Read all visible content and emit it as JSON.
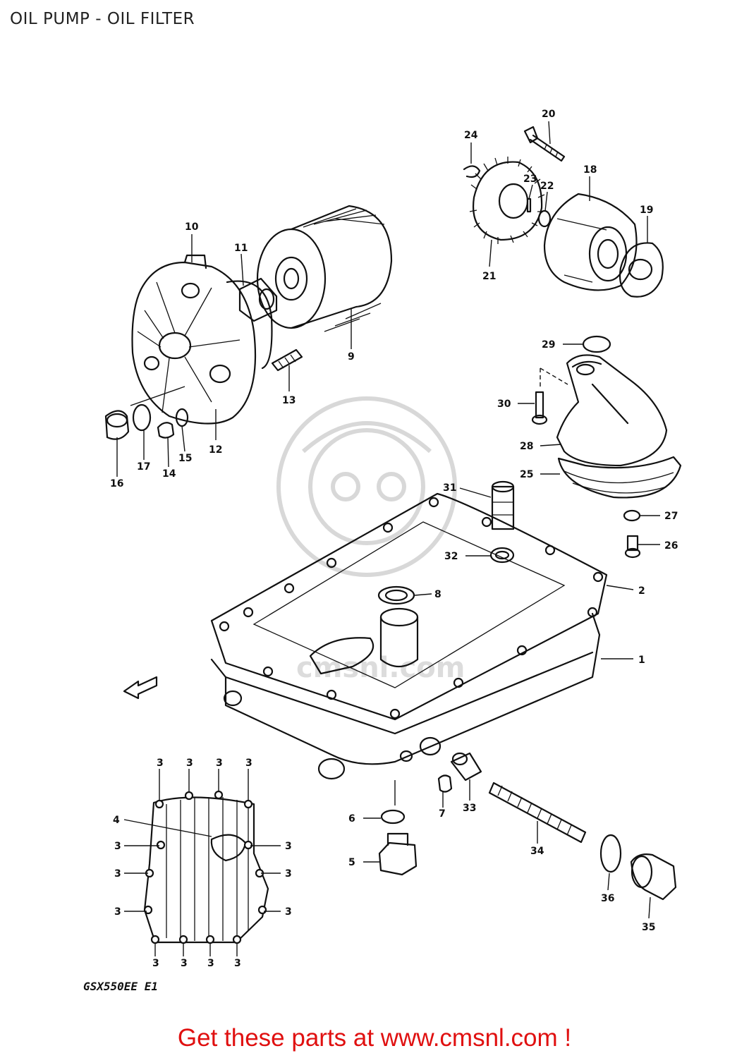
{
  "title": "OIL PUMP - OIL FILTER",
  "callouts": {
    "c1": "1",
    "c2": "2",
    "c4": "4",
    "c5": "5",
    "c6": "6",
    "c7": "7",
    "c8": "8",
    "c9": "9",
    "c10": "10",
    "c11": "11",
    "c12": "12",
    "c13": "13",
    "c14": "14",
    "c15": "15",
    "c16": "16",
    "c17": "17",
    "c18": "18",
    "c19": "19",
    "c20": "20",
    "c21": "21",
    "c22": "22",
    "c23": "23",
    "c24": "24",
    "c25": "25",
    "c26": "26",
    "c27": "27",
    "c28": "28",
    "c29": "29",
    "c30": "30",
    "c31": "31",
    "c32": "32",
    "c33": "33",
    "c34": "34",
    "c35": "35",
    "c36": "36"
  },
  "bolt_label": "3",
  "model_code": "GSX550EE E1",
  "banner": "Get these parts at www.cmsnl.com !"
}
